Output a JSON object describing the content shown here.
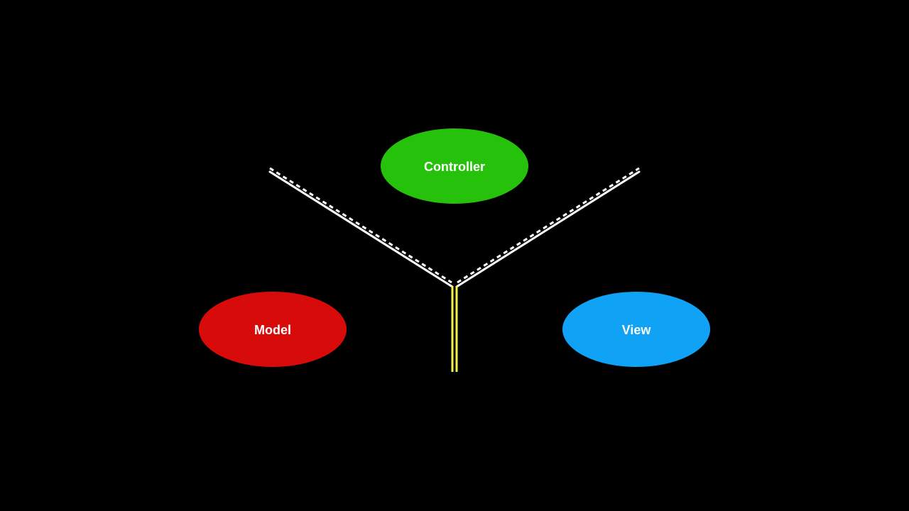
{
  "diagram": {
    "title": "",
    "nodes": [
      {
        "id": "controller",
        "label": "Controller",
        "color": "#26c10a"
      },
      {
        "id": "model",
        "label": "Model",
        "color": "#d80b0b"
      },
      {
        "id": "view",
        "label": "View",
        "color": "#0fa2f5"
      }
    ],
    "boundaries": {
      "left": {
        "solid_color": "#ffffff",
        "dashed_color": "#ffffff"
      },
      "right": {
        "solid_color": "#ffffff",
        "dashed_color": "#ffffff"
      },
      "bottom": {
        "color": "#f5f542"
      }
    },
    "background": "#000000"
  }
}
